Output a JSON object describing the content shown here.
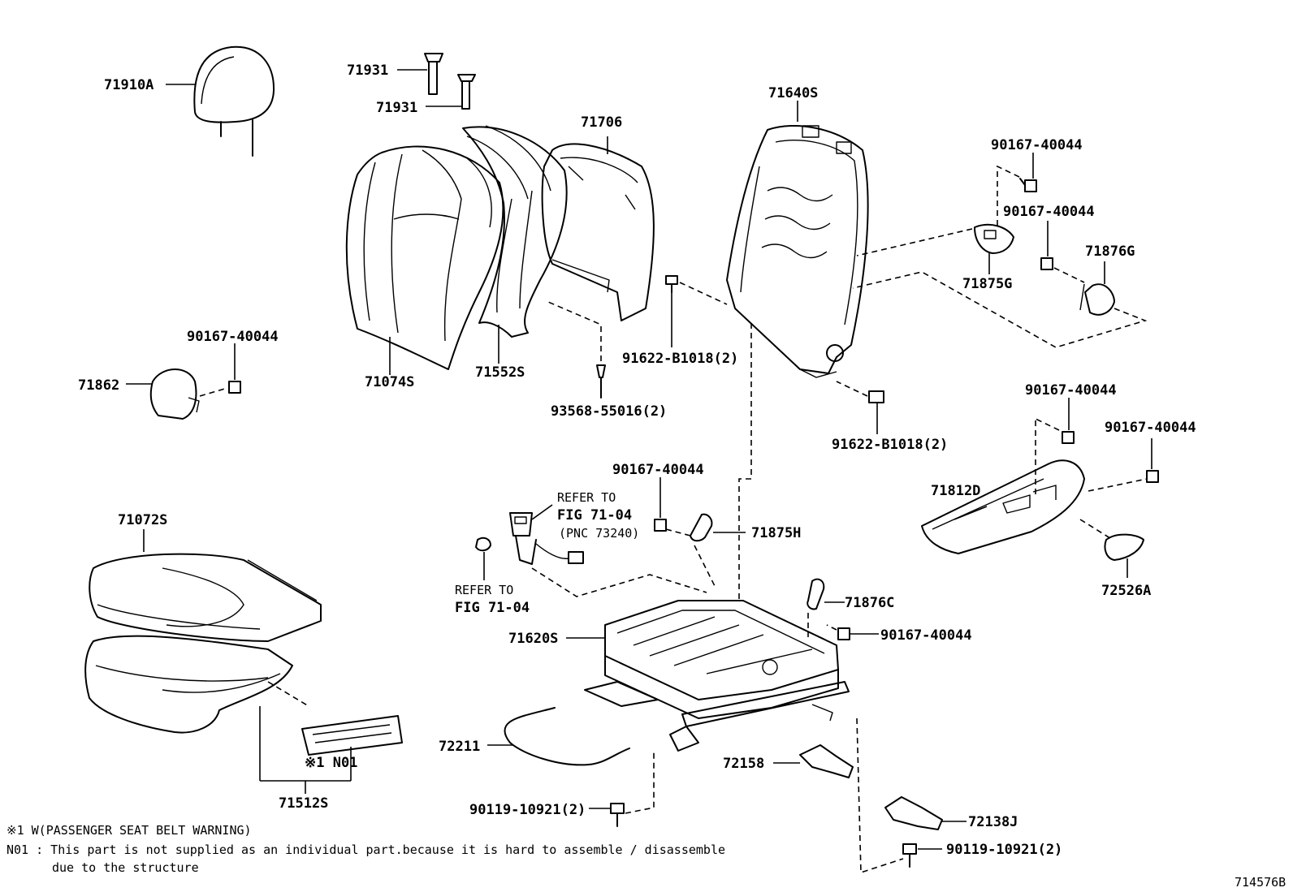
{
  "labels": {
    "p71910A": "71910A",
    "p71931a": "71931",
    "p71931b": "71931",
    "p71706": "71706",
    "p71640S": "71640S",
    "p90167_a": "90167-40044",
    "p90167_b": "90167-40044",
    "p71876G": "71876G",
    "p71875G": "71875G",
    "p90167_c": "90167-40044",
    "p71862": "71862",
    "p71074S": "71074S",
    "p71552S": "71552S",
    "p91622_a": "91622-B1018(2)",
    "p93568": "93568-55016(2)",
    "p91622_b": "91622-B1018(2)",
    "p90167_d": "90167-40044",
    "p90167_e": "90167-40044",
    "p71812D": "71812D",
    "p72526A": "72526A",
    "p71072S": "71072S",
    "p90167_f": "90167-40044",
    "refer1_line1": "REFER TO",
    "refer1_line2": "FIG 71-04",
    "refer1_line3": "(PNC 73240)",
    "p71875H": "71875H",
    "refer2_line1": "REFER TO",
    "refer2_line2": "FIG 71-04",
    "p71876C": "71876C",
    "p90167_g": "90167-40044",
    "p71620S": "71620S",
    "p72211": "72211",
    "p72158": "72158",
    "n01_mark": "※1 N01",
    "p71512S": "71512S",
    "p90119_a": "90119-10921(2)",
    "p72138J": "72138J",
    "p90119_b": "90119-10921(2)",
    "diagram_id": "714576B"
  },
  "notes": {
    "line1": "※1 W(PASSENGER SEAT BELT WARNING)",
    "line2": "N01 : This part is not supplied as an individual part.because it is hard to assemble / disassemble",
    "line3": "due to the structure"
  }
}
